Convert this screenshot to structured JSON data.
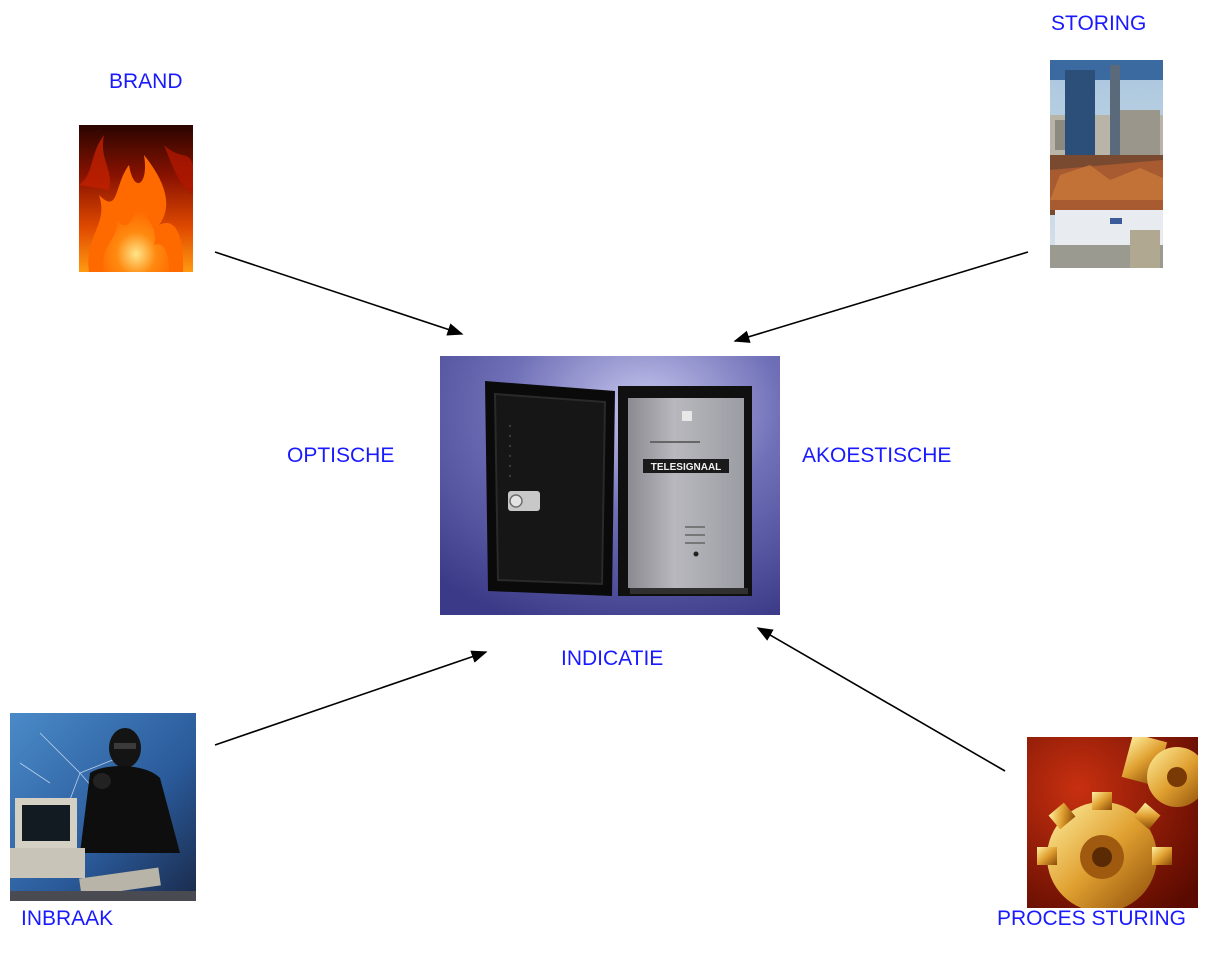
{
  "labels": {
    "brand": "BRAND",
    "storing": "STORING",
    "optische": "OPTISCHE",
    "akoestische": "AKOESTISCHE",
    "indicatie": "INDICATIE",
    "inbraak": "INBRAAK",
    "proces_sturing": "PROCES STURING",
    "device_brand_text": "TELESIGNAAL"
  },
  "images": {
    "brand": "fire-photo",
    "storing": "industrial-crane-photo",
    "center": "telesignaal-cabinet-photo",
    "inbraak": "burglar-computer-photo",
    "proces_sturing": "golden-gears-photo"
  },
  "colors": {
    "label_text": "#1a1aff",
    "arrow": "#000000",
    "center_background": "#5a5aa8"
  }
}
